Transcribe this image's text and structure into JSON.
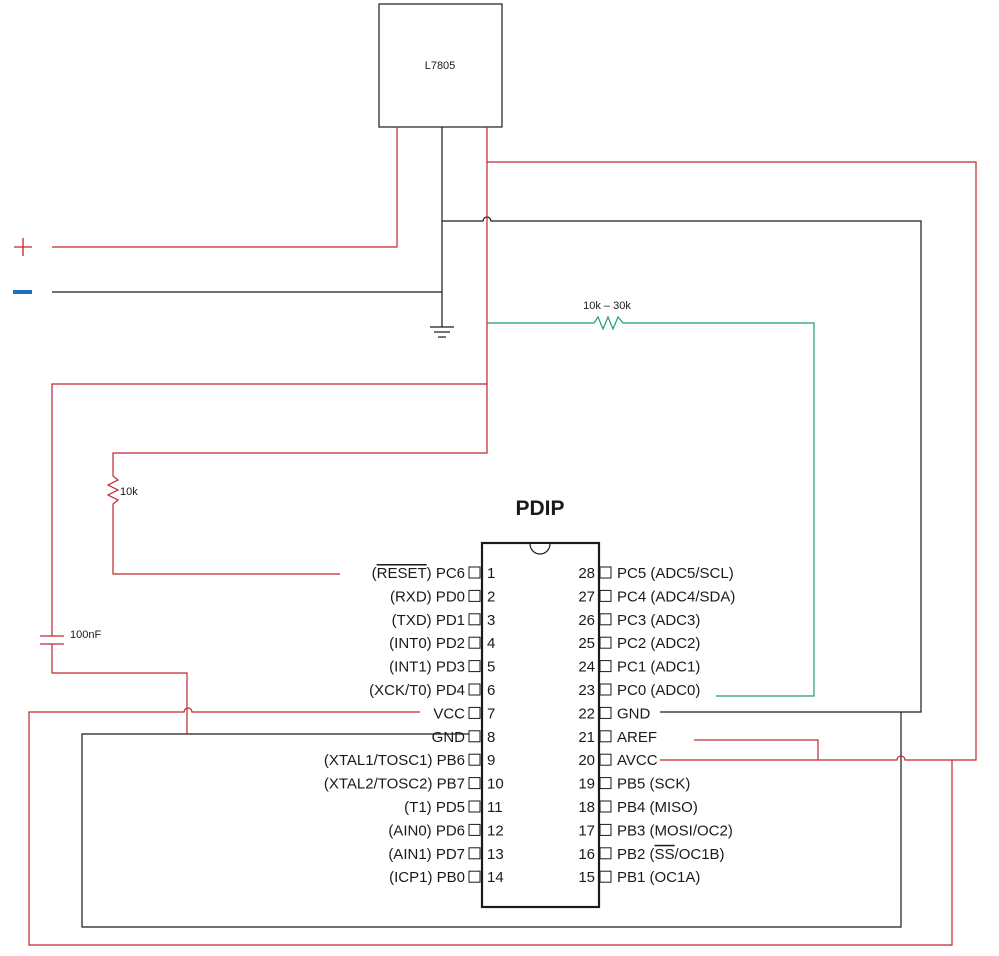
{
  "regulator": {
    "label": "L7805"
  },
  "power": {
    "plus_symbol": "+",
    "minus_symbol": "−"
  },
  "components": {
    "pot_label": "10k – 30k",
    "reset_resistor_label": "10k",
    "capacitor_label": "100nF"
  },
  "chip": {
    "package_label": "PDIP",
    "left_pins": [
      {
        "number": "1",
        "pre": "(",
        "overline": "RESET",
        "post": ") PC6"
      },
      {
        "number": "2",
        "pre": "(RXD) PD0",
        "overline": "",
        "post": ""
      },
      {
        "number": "3",
        "pre": "(TXD) PD1",
        "overline": "",
        "post": ""
      },
      {
        "number": "4",
        "pre": "(INT0) PD2",
        "overline": "",
        "post": ""
      },
      {
        "number": "5",
        "pre": "(INT1) PD3",
        "overline": "",
        "post": ""
      },
      {
        "number": "6",
        "pre": "(XCK/T0) PD4",
        "overline": "",
        "post": ""
      },
      {
        "number": "7",
        "pre": "VCC",
        "overline": "",
        "post": ""
      },
      {
        "number": "8",
        "pre": "GND",
        "overline": "",
        "post": ""
      },
      {
        "number": "9",
        "pre": "(XTAL1/TOSC1) PB6",
        "overline": "",
        "post": ""
      },
      {
        "number": "10",
        "pre": "(XTAL2/TOSC2) PB7",
        "overline": "",
        "post": ""
      },
      {
        "number": "11",
        "pre": "(T1) PD5",
        "overline": "",
        "post": ""
      },
      {
        "number": "12",
        "pre": "(AIN0) PD6",
        "overline": "",
        "post": ""
      },
      {
        "number": "13",
        "pre": "(AIN1) PD7",
        "overline": "",
        "post": ""
      },
      {
        "number": "14",
        "pre": "(ICP1) PB0",
        "overline": "",
        "post": ""
      }
    ],
    "right_pins": [
      {
        "number": "28",
        "pre": "PC5 (ADC5/SCL)",
        "overline": "",
        "post": ""
      },
      {
        "number": "27",
        "pre": "PC4 (ADC4/SDA)",
        "overline": "",
        "post": ""
      },
      {
        "number": "26",
        "pre": "PC3 (ADC3)",
        "overline": "",
        "post": ""
      },
      {
        "number": "25",
        "pre": "PC2 (ADC2)",
        "overline": "",
        "post": ""
      },
      {
        "number": "24",
        "pre": "PC1 (ADC1)",
        "overline": "",
        "post": ""
      },
      {
        "number": "23",
        "pre": "PC0 (ADC0)",
        "overline": "",
        "post": ""
      },
      {
        "number": "22",
        "pre": "GND",
        "overline": "",
        "post": ""
      },
      {
        "number": "21",
        "pre": "AREF",
        "overline": "",
        "post": ""
      },
      {
        "number": "20",
        "pre": "AVCC",
        "overline": "",
        "post": ""
      },
      {
        "number": "19",
        "pre": "PB5 (SCK)",
        "overline": "",
        "post": ""
      },
      {
        "number": "18",
        "pre": "PB4 (MISO)",
        "overline": "",
        "post": ""
      },
      {
        "number": "17",
        "pre": "PB3 (MOSI/OC2)",
        "overline": "",
        "post": ""
      },
      {
        "number": "16",
        "pre": "PB2 (",
        "overline": "SS",
        "post": "/OC1B)"
      },
      {
        "number": "15",
        "pre": "PB1 (OC1A)",
        "overline": "",
        "post": ""
      }
    ]
  },
  "colors": {
    "vcc_wire": "#c0272d",
    "gnd_wire": "#1a1a1a",
    "adc_wire": "#1e9c6e",
    "minus_symbol": "#1f6fbf"
  }
}
